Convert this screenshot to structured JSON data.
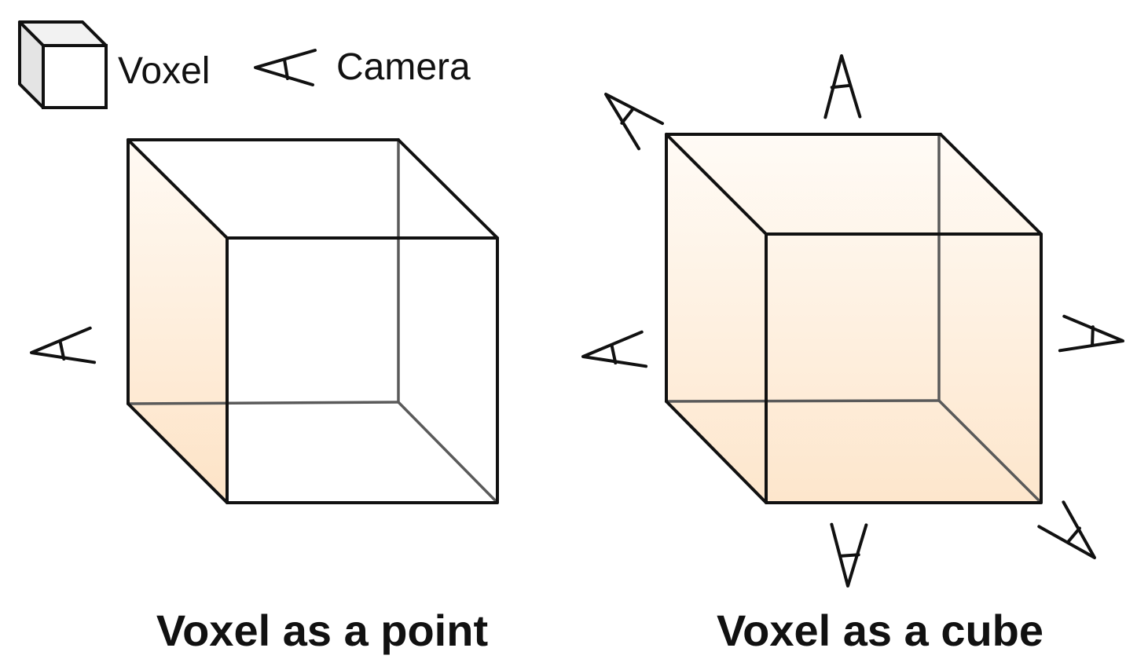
{
  "legend": {
    "voxel_label": "Voxel",
    "camera_label": "Camera",
    "voxel_icon": "cube-icon",
    "camera_icon": "camera-frustum-icon"
  },
  "panels": [
    {
      "caption": "Voxel as a point",
      "camera_count": 1
    },
    {
      "caption": "Voxel as a cube",
      "camera_count": 6
    }
  ],
  "colors": {
    "shade_light": "#fffaf4",
    "shade_dark": "#fde3c6",
    "outline": "#111111",
    "hidden_edge": "#5a5a5a"
  }
}
